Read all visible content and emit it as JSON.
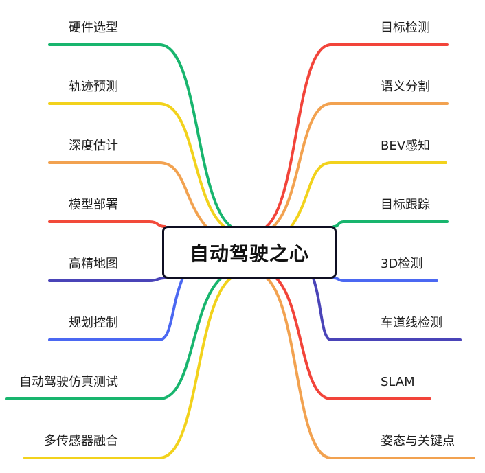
{
  "center": {
    "title": "自动驾驶之心"
  },
  "left_branches": [
    {
      "label": "硬件选型",
      "color": "#18b56e"
    },
    {
      "label": "轨迹预测",
      "color": "#f2d21c"
    },
    {
      "label": "深度估计",
      "color": "#f2a250"
    },
    {
      "label": "模型部署",
      "color": "#f24a3a"
    },
    {
      "label": "高精地图",
      "color": "#4a44b8"
    },
    {
      "label": "规划控制",
      "color": "#4b68f2"
    },
    {
      "label": "自动驾驶仿真测试",
      "color": "#18b56e"
    },
    {
      "label": "多传感器融合",
      "color": "#f2d21c"
    }
  ],
  "right_branches": [
    {
      "label": "目标检测",
      "color": "#f2443a"
    },
    {
      "label": "语义分割",
      "color": "#f2a250"
    },
    {
      "label": "BEV感知",
      "color": "#f2d21c"
    },
    {
      "label": "目标跟踪",
      "color": "#18b56e"
    },
    {
      "label": "3D检测",
      "color": "#4b68f2"
    },
    {
      "label": "车道线检测",
      "color": "#4a44b8"
    },
    {
      "label": "SLAM",
      "color": "#f2443a"
    },
    {
      "label": "姿态与关键点",
      "color": "#f2a250"
    }
  ]
}
